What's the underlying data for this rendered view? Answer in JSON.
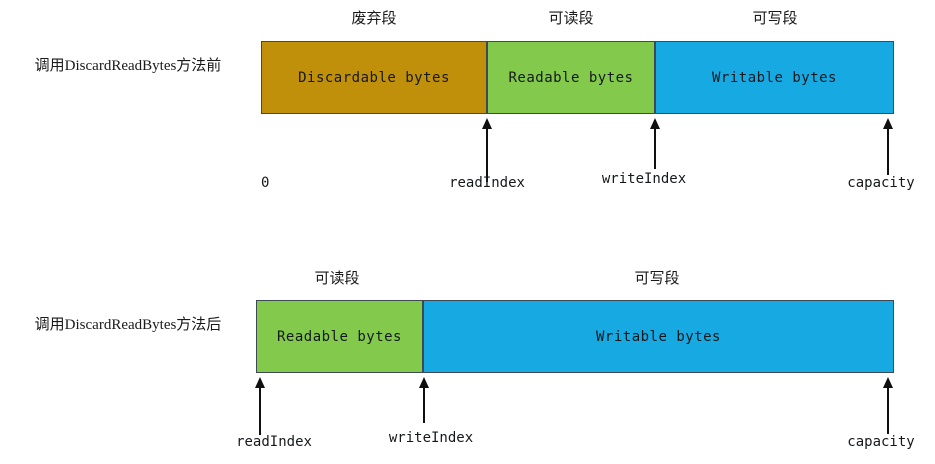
{
  "diagram": {
    "title": "ByteBuf discardReadBytes before / after",
    "colors": {
      "discardable": "#c1900a",
      "readable": "#83c94c",
      "writable": "#16a9e2",
      "border": "#3d4a55",
      "arrow": "#101010",
      "text": "#15181c"
    },
    "rows": [
      {
        "id": "before",
        "caption": "调用DiscardReadBytes方法前",
        "segments": [
          {
            "id": "discardable",
            "title": "废弃段",
            "label": "Discardable bytes",
            "color_key": "discardable"
          },
          {
            "id": "readable",
            "title": "可读段",
            "label": "Readable bytes",
            "color_key": "readable"
          },
          {
            "id": "writable",
            "title": "可写段",
            "label": "Writable bytes",
            "color_key": "writable"
          }
        ],
        "origin_label": "0",
        "pointers": [
          {
            "id": "read-index",
            "label": "readIndex"
          },
          {
            "id": "write-index",
            "label": "writeIndex"
          },
          {
            "id": "capacity",
            "label": "capacity"
          }
        ]
      },
      {
        "id": "after",
        "caption": "调用DiscardReadBytes方法后",
        "segments": [
          {
            "id": "readable",
            "title": "可读段",
            "label": "Readable bytes",
            "color_key": "readable"
          },
          {
            "id": "writable",
            "title": "可写段",
            "label": "Writable bytes",
            "color_key": "writable"
          }
        ],
        "origin_label": "",
        "pointers": [
          {
            "id": "read-index",
            "label": "readIndex"
          },
          {
            "id": "write-index",
            "label": "writeIndex"
          },
          {
            "id": "capacity",
            "label": "capacity"
          }
        ]
      }
    ]
  }
}
